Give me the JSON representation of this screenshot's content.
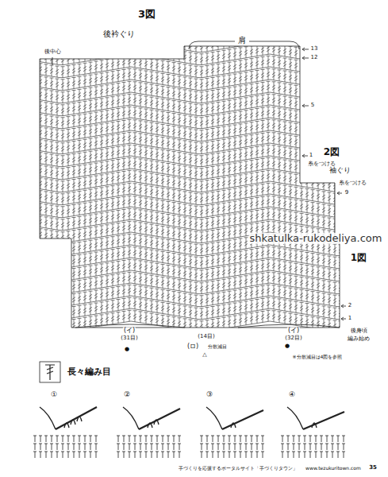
{
  "diagram": {
    "labels": [
      "3図",
      "後衿ぐり",
      "後中心",
      "肩",
      "13",
      "12",
      "5",
      "1",
      "糸をつける",
      "2図",
      "袖ぐり",
      "糸をつける",
      "9",
      "1図",
      "2",
      "1",
      "後身頃",
      "編み始め",
      "(イ)",
      "(31目)",
      "●",
      "(14目)",
      "(ロ)",
      "分散減目",
      "△",
      "(イ)",
      "(32目)",
      "●",
      "※分散減目は4図を参照",
      "①",
      "②",
      "③",
      "④",
      "手づくりを応援するポータルサイト「手づくりタウン」",
      "www.tezukuritown.com",
      "35",
      "shkatulka-rukodeliya.com"
    ],
    "legend": [
      {
        "text": "長々編み目"
      }
    ]
  }
}
